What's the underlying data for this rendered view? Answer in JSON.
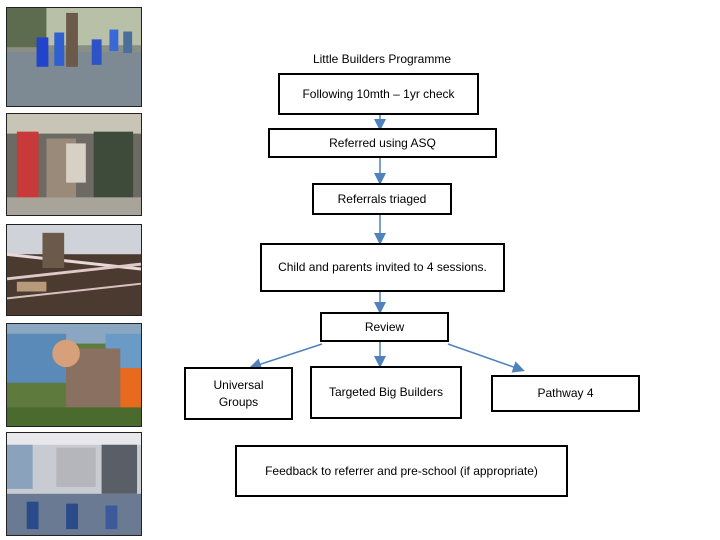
{
  "title": "Little Builders Programme",
  "steps": {
    "check": "Following 10mth – 1yr check",
    "referred": "Referred using ASQ",
    "triaged": "Referrals triaged",
    "invited": "Child and parents invited to 4  sessions.",
    "review": "Review",
    "universal": "Universal Groups",
    "targeted": "Targeted Big Builders",
    "pathway": "Pathway 4",
    "feedback": "Feedback to referrer and pre-school (if appropriate)"
  },
  "colors": {
    "arrow": "#4f81bd",
    "box_border": "#000000"
  }
}
